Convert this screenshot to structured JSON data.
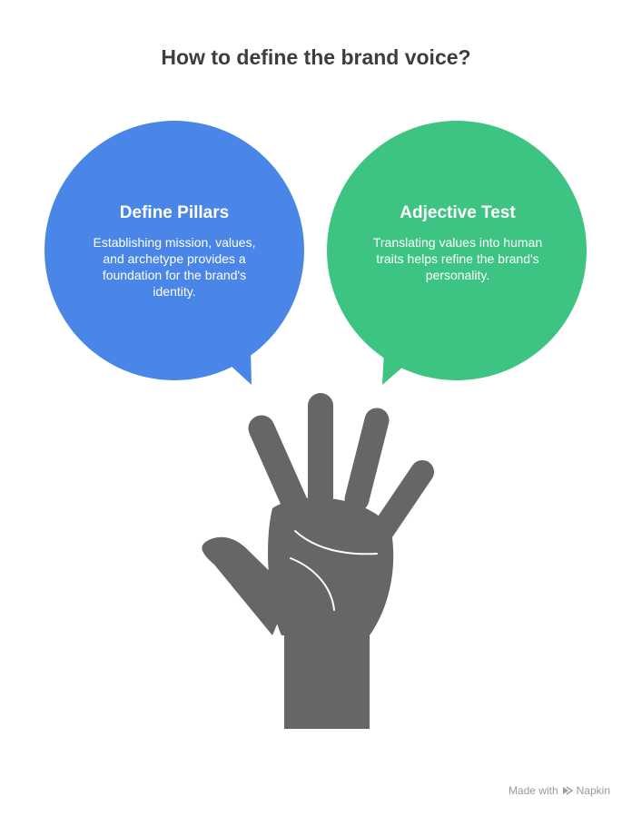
{
  "title": "How to define the brand voice?",
  "bubbles": [
    {
      "heading": "Define Pillars",
      "body": "Establishing mission, values, and archetype provides a foundation for the brand's identity.",
      "color": "#4A86E8"
    },
    {
      "heading": "Adjective Test",
      "body": "Translating values into human traits helps refine the brand's personality.",
      "color": "#3DC482"
    }
  ],
  "hand_color": "#666666",
  "watermark": {
    "prefix": "Made with",
    "brand": "Napkin"
  }
}
